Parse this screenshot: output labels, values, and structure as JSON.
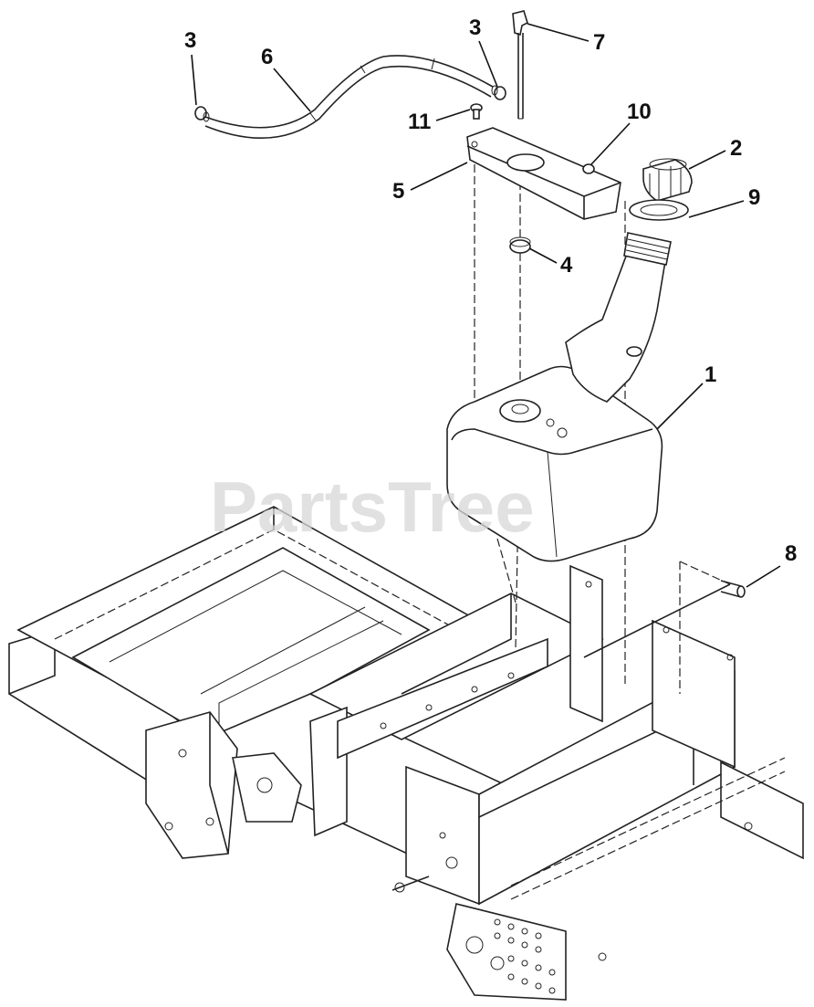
{
  "watermark": "PartsTree",
  "callouts": [
    {
      "id": "1",
      "part": "fuel-tank"
    },
    {
      "id": "2",
      "part": "fuel-cap"
    },
    {
      "id": "3",
      "part": "hose-clamp"
    },
    {
      "id": "3",
      "part": "hose-clamp"
    },
    {
      "id": "4",
      "part": "grommet"
    },
    {
      "id": "5",
      "part": "tank-bracket"
    },
    {
      "id": "6",
      "part": "fuel-hose"
    },
    {
      "id": "7",
      "part": "fuel-pickup-fitting"
    },
    {
      "id": "8",
      "part": "bolt"
    },
    {
      "id": "9",
      "part": "gasket"
    },
    {
      "id": "10",
      "part": "nut"
    },
    {
      "id": "11",
      "part": "screw"
    }
  ]
}
